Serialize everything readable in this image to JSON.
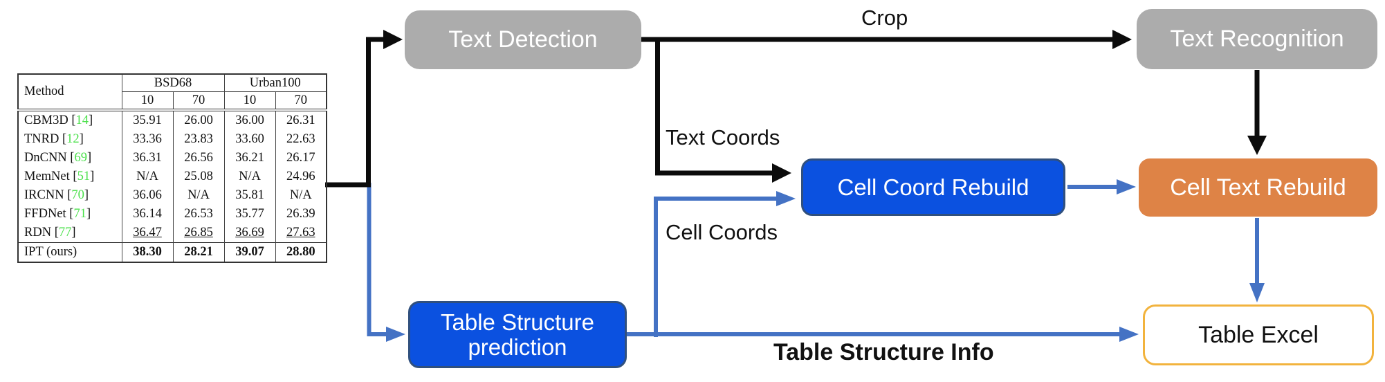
{
  "diagram": {
    "nodes": {
      "text_detection": "Text Detection",
      "text_recognition": "Text Recognition",
      "cell_coord_rebuild": "Cell Coord Rebuild",
      "cell_text_rebuild": "Cell Text Rebuild",
      "table_structure_prediction": "Table Structure prediction",
      "table_excel": "Table Excel"
    },
    "edge_labels": {
      "crop": "Crop",
      "text_coords": "Text Coords",
      "cell_coords": "Cell Coords",
      "table_structure_info": "Table Structure Info"
    },
    "colors": {
      "gray_box": "#acacac",
      "blue_box": "#0b51e0",
      "orange_box": "#de8346",
      "excel_border": "#f2b33d",
      "black_arrow": "#0b0b0b",
      "blue_arrow": "#4472c4",
      "citation_green": "#4ae04a"
    }
  },
  "table": {
    "method_header": "Method",
    "col_groups": [
      {
        "label": "BSD68",
        "span": 2
      },
      {
        "label": "Urban100",
        "span": 2
      }
    ],
    "sub_headers": [
      "10",
      "70",
      "10",
      "70"
    ],
    "rows": [
      {
        "method": "CBM3D",
        "cite": "14",
        "values": [
          "35.91",
          "26.00",
          "36.00",
          "26.31"
        ],
        "emphasis": "none"
      },
      {
        "method": "TNRD",
        "cite": "12",
        "values": [
          "33.36",
          "23.83",
          "33.60",
          "22.63"
        ],
        "emphasis": "none"
      },
      {
        "method": "DnCNN",
        "cite": "69",
        "values": [
          "36.31",
          "26.56",
          "36.21",
          "26.17"
        ],
        "emphasis": "none"
      },
      {
        "method": "MemNet",
        "cite": "51",
        "values": [
          "N/A",
          "25.08",
          "N/A",
          "24.96"
        ],
        "emphasis": "none"
      },
      {
        "method": "IRCNN",
        "cite": "70",
        "values": [
          "36.06",
          "N/A",
          "35.81",
          "N/A"
        ],
        "emphasis": "none"
      },
      {
        "method": "FFDNet",
        "cite": "71",
        "values": [
          "36.14",
          "26.53",
          "35.77",
          "26.39"
        ],
        "emphasis": "none"
      },
      {
        "method": "RDN",
        "cite": "77",
        "values": [
          "36.47",
          "26.85",
          "36.69",
          "27.63"
        ],
        "emphasis": "underline"
      },
      {
        "method": "IPT (ours)",
        "cite": null,
        "values": [
          "38.30",
          "28.21",
          "39.07",
          "28.80"
        ],
        "emphasis": "bold"
      }
    ]
  }
}
